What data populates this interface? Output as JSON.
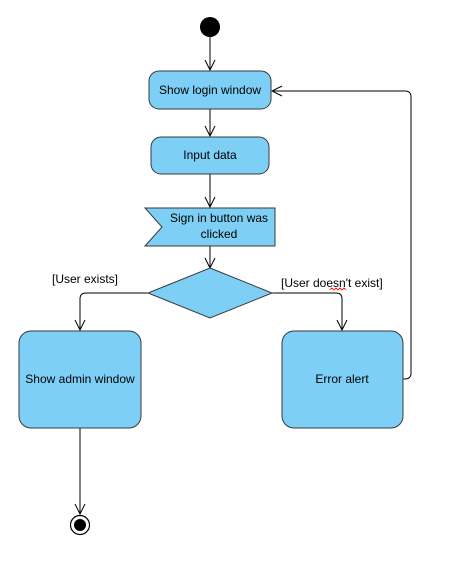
{
  "colors": {
    "node_fill": "#7dcff5",
    "node_stroke": "#36393d",
    "edge": "#000000",
    "guard_highlight": "#ffffff",
    "spell_underline": "#ff0000"
  },
  "nodes": {
    "show_login": "Show login window",
    "input_data": "Input data",
    "sign_in_line1": "Sign in button was",
    "sign_in_line2": "clicked",
    "show_admin": "Show admin window",
    "error_alert": "Error alert"
  },
  "guards": {
    "user_exists": "[User exists]",
    "user_doesnt_exist": "[User doesn't exist]"
  }
}
